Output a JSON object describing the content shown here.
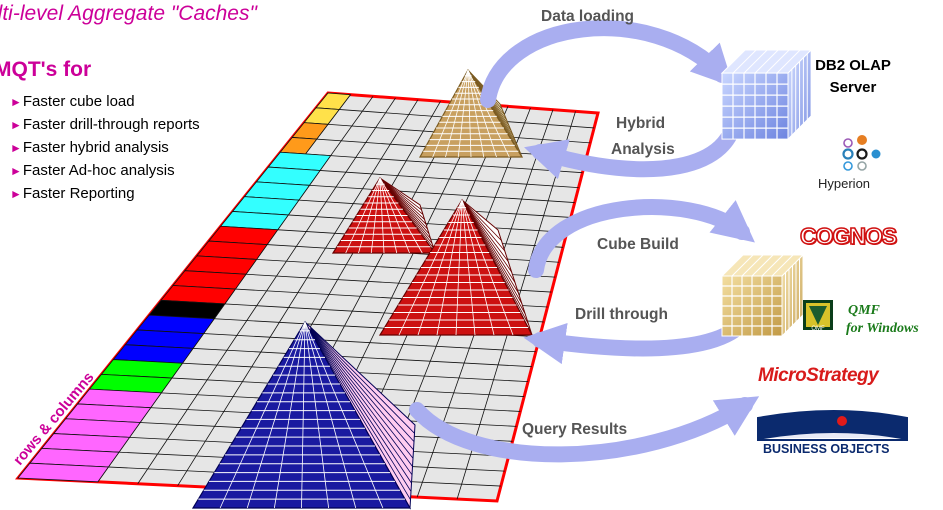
{
  "header": {
    "title": "ulti-level Aggregate \"Caches\"",
    "subtitle": "MQT's for"
  },
  "bullets": [
    "Faster cube load",
    "Faster drill-through reports",
    "Faster hybrid analysis",
    "Faster Ad-hoc analysis",
    "Faster Reporting"
  ],
  "grid": {
    "rows_label": "rows & columns"
  },
  "flows": {
    "data_loading": "Data loading",
    "hybrid": "Hybrid",
    "analysis": "Analysis",
    "cube_build": "Cube Build",
    "drill_through": "Drill through",
    "query_results": "Query Results"
  },
  "vendors": {
    "db2_line1": "DB2 OLAP",
    "db2_line2": "Server",
    "hyperion": "Hyperion",
    "cognos": "COGNOS",
    "qmf_line1": "QMF",
    "qmf_line2": "for Windows",
    "qmf_icon_text": "QMF",
    "microstrategy": "MicroStrategy",
    "business_objects": "BUSINESS OBJECTS"
  },
  "colors": {
    "accent": "#cc0099",
    "arrow": "#a9aef0",
    "grid_fill": "#e6e6e6",
    "grid_border": "#ff0000",
    "pyramid_gold": "#c8a060",
    "pyramid_red": "#cc1111",
    "pyramid_blue": "#1a1aa0"
  }
}
